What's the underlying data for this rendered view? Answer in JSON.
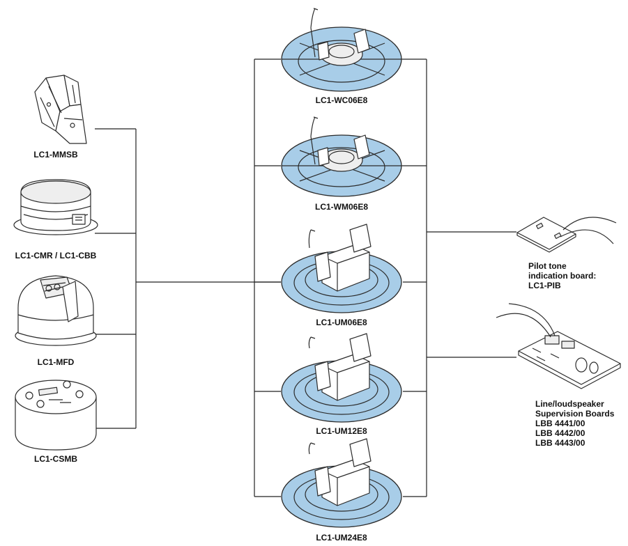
{
  "colors": {
    "speaker_fill": "#a8cde8",
    "line": "#222222"
  },
  "accessories": [
    {
      "label": "LC1-MMSB",
      "icon": "mounting-bracket-icon"
    },
    {
      "label": "LC1-CMR / LC1-CBB",
      "icon": "back-box-icon"
    },
    {
      "label": "LC1-MFD",
      "icon": "fire-dome-icon"
    },
    {
      "label": "LC1-CSMB",
      "icon": "surface-mount-box-icon"
    }
  ],
  "speakers": [
    {
      "label": "LC1-WC06E8",
      "icon": "ceiling-loudspeaker-icon"
    },
    {
      "label": "LC1-WM06E8",
      "icon": "ceiling-loudspeaker-icon"
    },
    {
      "label": "LC1-UM06E8",
      "icon": "ceiling-loudspeaker-icon"
    },
    {
      "label": "LC1-UM12E8",
      "icon": "ceiling-loudspeaker-icon"
    },
    {
      "label": "LC1-UM24E8",
      "icon": "ceiling-loudspeaker-icon"
    }
  ],
  "boards": {
    "pilot": {
      "line1": "Pilot tone",
      "line2": "indication board:",
      "line3": "LC1-PIB",
      "icon": "pilot-tone-board-icon"
    },
    "supervision": {
      "line1": "Line/loudspeaker",
      "line2": "Supervision Boards",
      "line3": "LBB 4441/00",
      "line4": "LBB 4442/00",
      "line5": "LBB 4443/00",
      "icon": "supervision-board-icon"
    }
  }
}
